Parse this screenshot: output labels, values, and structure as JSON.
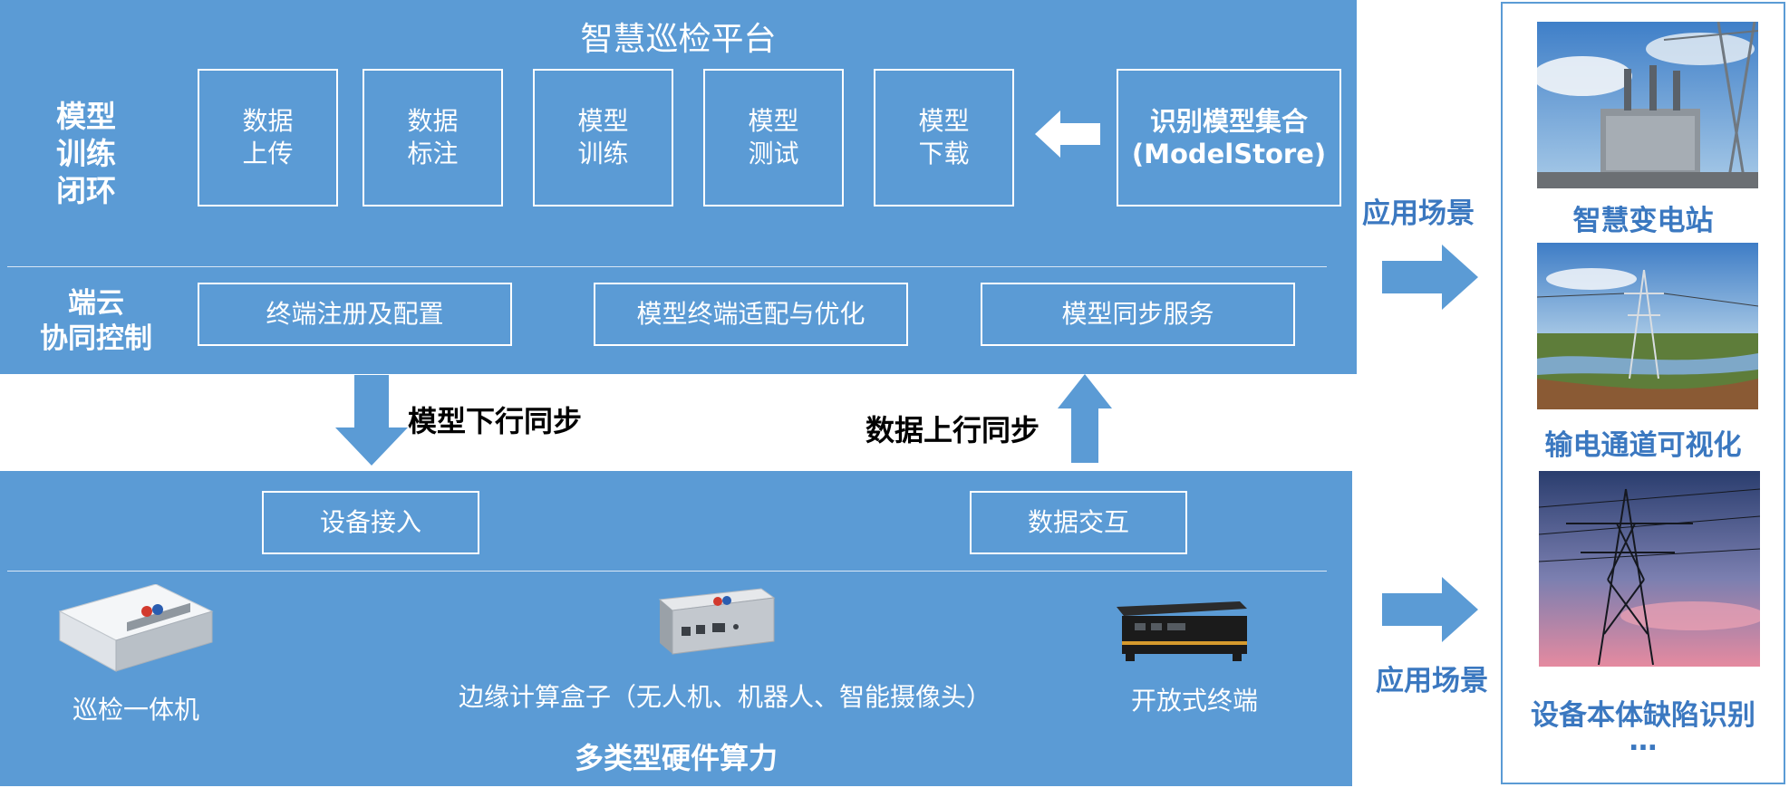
{
  "platform": {
    "title": "智慧巡检平台",
    "row1_label": "模型\n训练\n闭环",
    "row1_boxes": [
      "数据\n上传",
      "数据\n标注",
      "模型\n训练",
      "模型\n测试",
      "模型\n下载"
    ],
    "modelstore": "识别模型集合\n(ModelStore)",
    "row2_label": "端云\n协同控制",
    "row2_boxes": [
      "终端注册及配置",
      "模型终端适配与优化",
      "模型同步服务"
    ]
  },
  "sync": {
    "down_label": "模型下行同步",
    "up_label": "数据上行同步"
  },
  "hardware": {
    "access_box": "设备接入",
    "exchange_box": "数据交互",
    "devices": [
      "巡检一体机",
      "边缘计算盒子（无人机、机器人、智能摄像头）",
      "开放式终端"
    ],
    "caption": "多类型硬件算力"
  },
  "scenarios": {
    "arrow_label_1": "应用场景",
    "arrow_label_2": "应用场景",
    "items": [
      "智慧变电站",
      "输电通道可视化",
      "设备本体缺陷识别"
    ],
    "ellipsis": "…"
  },
  "colors": {
    "panel": "#5b9bd5",
    "scenario_text": "#3b78c0",
    "arrow": "#5b9bd5"
  }
}
